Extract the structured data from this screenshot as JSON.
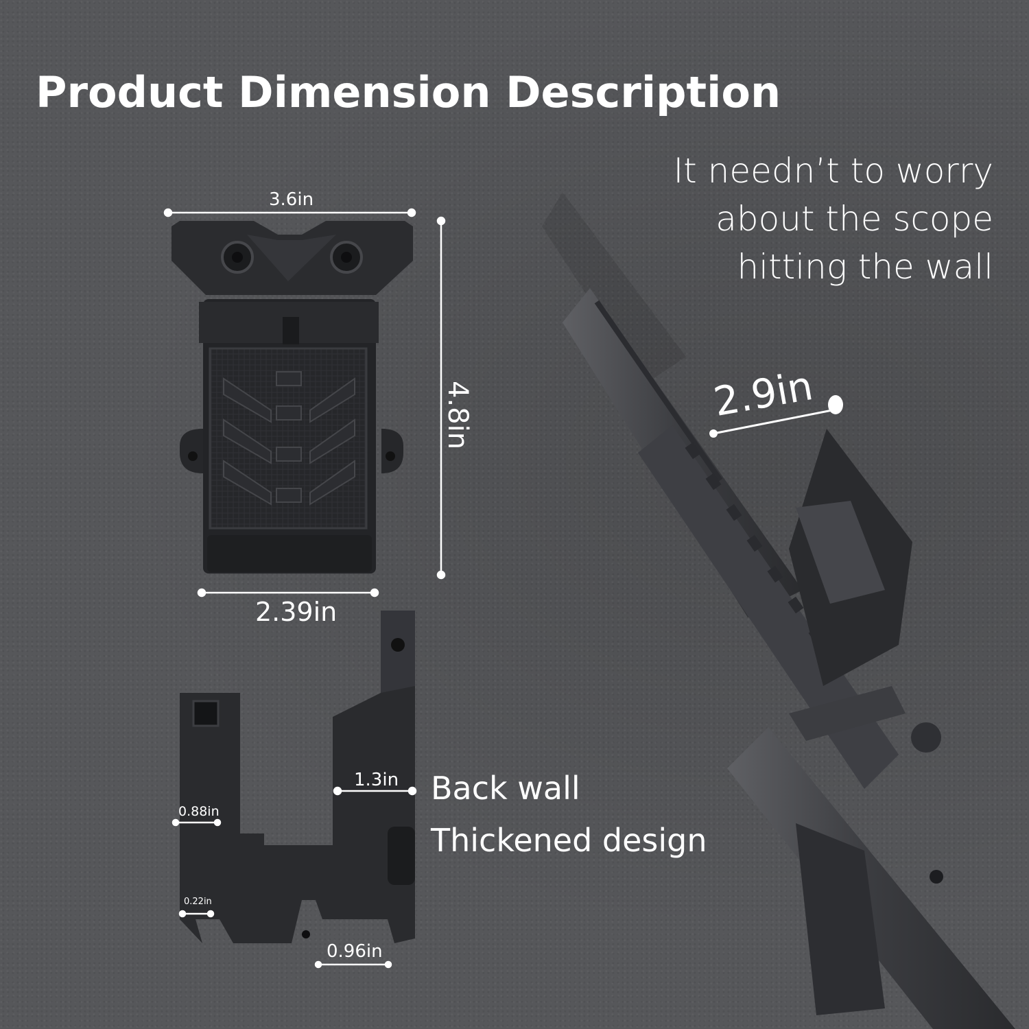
{
  "heading": "Product Dimension Description",
  "scope_note": [
    "It needn’t to worry",
    "about the scope",
    "hitting the wall"
  ],
  "dimensions": {
    "top_width": "3.6in",
    "height": "4.8in",
    "bottom_width": "2.39in",
    "scope_clearance": "2.9in",
    "back_wall": "1.3in",
    "side_thickness": "0.88in",
    "lip": "0.22in",
    "bottom_gap": "0.96in"
  },
  "callouts": {
    "back_wall": "Back wall",
    "thickened": "Thickened design"
  }
}
